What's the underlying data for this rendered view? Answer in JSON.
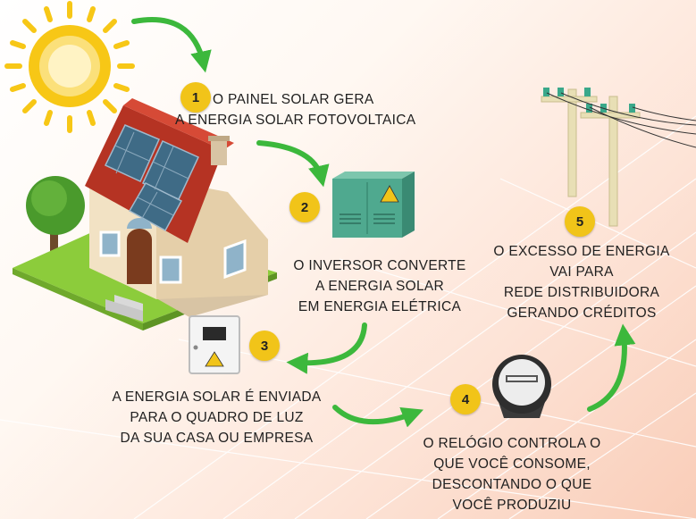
{
  "steps": [
    {
      "number": "1",
      "lines": [
        "O PAINEL SOLAR GERA",
        "A ENERGIA SOLAR FOTOVOLTAICA"
      ]
    },
    {
      "number": "2",
      "lines": [
        "O INVERSOR CONVERTE",
        "A ENERGIA SOLAR",
        "EM ENERGIA ELÉTRICA"
      ]
    },
    {
      "number": "3",
      "lines": [
        "A ENERGIA  SOLAR É ENVIADA",
        "PARA O QUADRO DE LUZ",
        "DA SUA CASA OU EMPRESA"
      ]
    },
    {
      "number": "4",
      "lines": [
        "O RELÓGIO CONTROLA O",
        "QUE VOCÊ CONSOME,",
        "DESCONTANDO O QUE",
        "VOCÊ PRODUZIU"
      ]
    },
    {
      "number": "5",
      "lines": [
        "O EXCESSO DE ENERGIA",
        "VAI PARA",
        "REDE DISTRIBUIDORA",
        "GERANDO CRÉDITOS"
      ]
    }
  ],
  "colors": {
    "arrow": "#3cb83c",
    "badge": "#f1c419",
    "sun": "#f7c716",
    "roof": "#c0392b",
    "inverter": "#4fa98f",
    "pole": "#e8dfb5"
  },
  "icons": [
    "sun-icon",
    "house-icon",
    "inverter-icon",
    "breaker-box-icon",
    "electric-meter-icon",
    "utility-pole-icon",
    "tree-icon"
  ]
}
